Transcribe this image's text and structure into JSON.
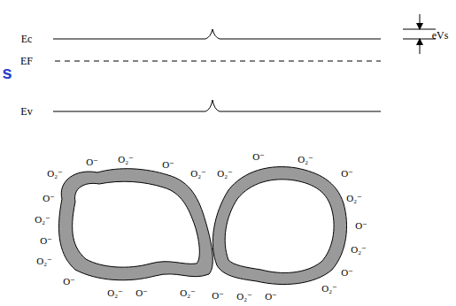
{
  "diagram": {
    "labels": [
      "s",
      "Ec",
      "EF",
      "Ev",
      "eVs",
      "O⁻",
      "O₂⁻",
      "O⁻",
      "O₂⁻",
      "O₂⁻",
      "O⁻",
      "O₂⁻",
      "O⁻",
      "O₂⁻",
      "O⁻",
      "O₂⁻",
      "O⁻",
      "O₂⁻",
      "O₂⁻",
      "O⁻",
      "O₂⁻",
      "O⁻",
      "O₂⁻",
      "O⁻",
      "O₂⁻",
      "O⁻",
      "O₂⁻",
      "O⁻",
      "O₂⁻",
      "O⁻"
    ]
  }
}
